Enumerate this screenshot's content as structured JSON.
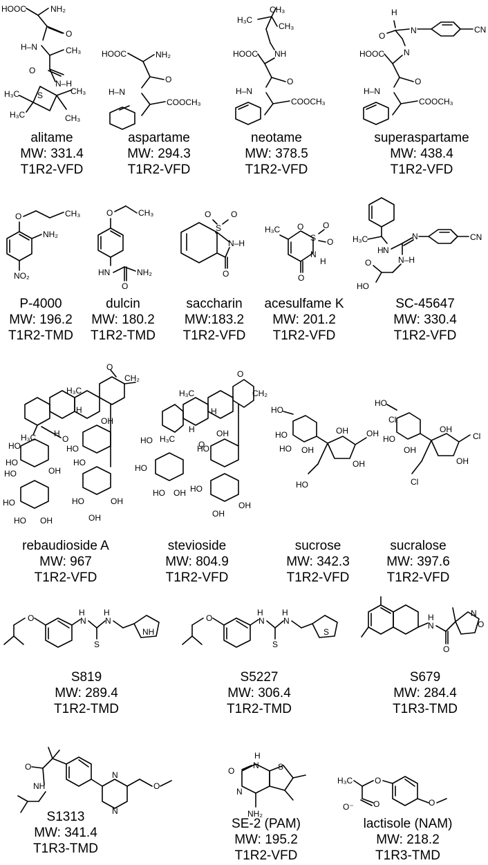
{
  "compounds": [
    {
      "name": "alitame",
      "mw": "MW: 331.4",
      "site": "T1R2-VFD"
    },
    {
      "name": "aspartame",
      "mw": "MW: 294.3",
      "site": "T1R2-VFD"
    },
    {
      "name": "neotame",
      "mw": "MW: 378.5",
      "site": "T1R2-VFD"
    },
    {
      "name": "superaspartame",
      "mw": "MW: 438.4",
      "site": "T1R2-VFD"
    },
    {
      "name": "P-4000",
      "mw": "MW: 196.2",
      "site": "T1R2-TMD"
    },
    {
      "name": "dulcin",
      "mw": "MW: 180.2",
      "site": "T1R2-TMD"
    },
    {
      "name": "saccharin",
      "mw": "MW:183.2",
      "site": "T1R2-VFD"
    },
    {
      "name": "acesulfame K",
      "mw": "MW: 201.2",
      "site": "T1R2-VFD"
    },
    {
      "name": "SC-45647",
      "mw": "MW: 330.4",
      "site": "T1R2-VFD"
    },
    {
      "name": "rebaudioside A",
      "mw": "MW: 967",
      "site": "T1R2-VFD"
    },
    {
      "name": "stevioside",
      "mw": "MW: 804.9",
      "site": "T1R2-VFD"
    },
    {
      "name": "sucrose",
      "mw": "MW: 342.3",
      "site": "T1R2-VFD"
    },
    {
      "name": "sucralose",
      "mw": "MW: 397.6",
      "site": "T1R2-VFD"
    },
    {
      "name": "S819",
      "mw": "MW: 289.4",
      "site": "T1R2-TMD"
    },
    {
      "name": "S5227",
      "mw": "MW: 306.4",
      "site": "T1R2-TMD"
    },
    {
      "name": "S679",
      "mw": "MW: 284.4",
      "site": "T1R3-TMD"
    },
    {
      "name": "S1313",
      "mw": "MW: 341.4",
      "site": "T1R3-TMD"
    },
    {
      "name": "SE-2 (PAM)",
      "mw": "MW: 195.2",
      "site": "T1R2-VFD"
    },
    {
      "name": "lactisole (NAM)",
      "mw": "MW: 218.2",
      "site": "T1R3-TMD"
    }
  ],
  "atoms": {
    "HOOC": "HOOC",
    "NH2": "NH₂",
    "NH": "NH",
    "N": "N",
    "H": "H",
    "O": "O",
    "S": "S",
    "CH3": "CH₃",
    "H3C": "H₃C",
    "COOCH3": "COOCH₃",
    "CN": "CN",
    "NO2": "NO₂",
    "OH": "OH",
    "HO": "HO",
    "Cl": "Cl",
    "CH2": "CH₂",
    "HN": "HN",
    "HO2C": "HO",
    "Ominus": "O⁻"
  }
}
